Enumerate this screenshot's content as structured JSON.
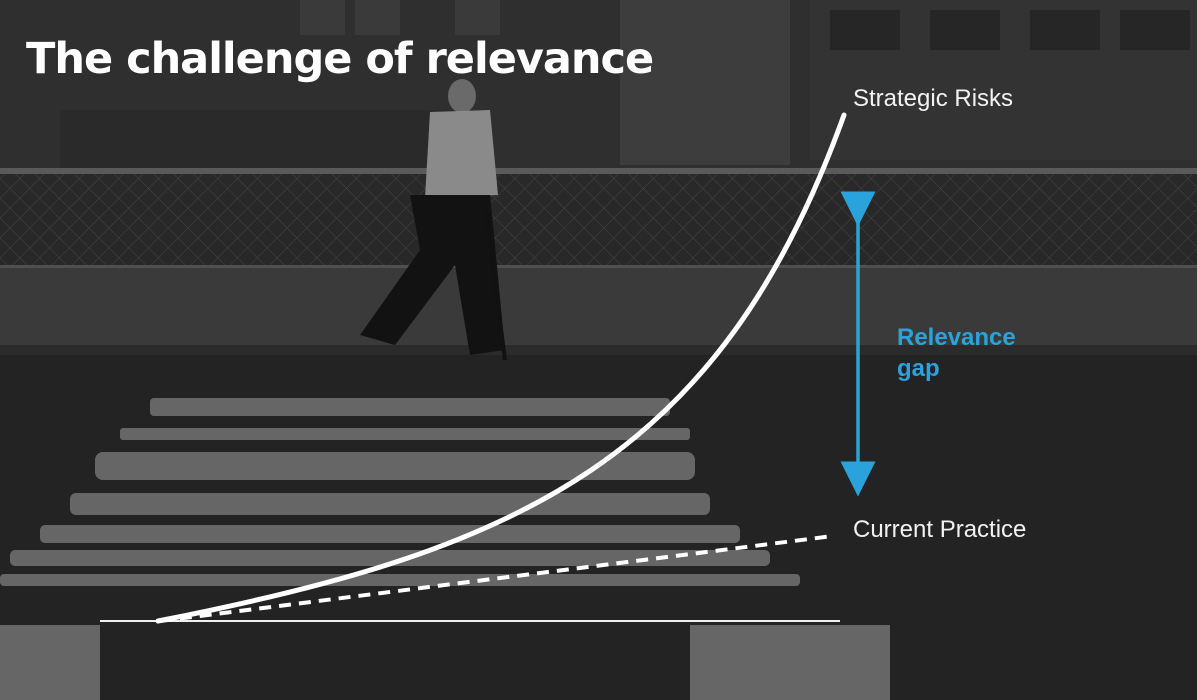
{
  "title": "The challenge of relevance",
  "diagram": {
    "upper_curve_label": "Strategic Risks",
    "lower_line_label": "Current Practice",
    "gap_label_line1": "Relevance",
    "gap_label_line2": "gap"
  },
  "colors": {
    "title": "#ffffff",
    "curve": "#ffffff",
    "gap_arrow": "#2aa3dd",
    "gap_label": "#2aa3dd",
    "background": "#1c1c1c"
  }
}
